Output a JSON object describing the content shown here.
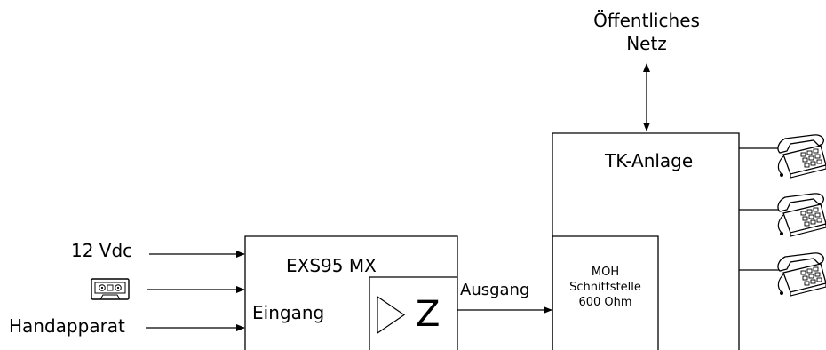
{
  "network": {
    "line1": "Öffentliches",
    "line2": "Netz"
  },
  "tk": {
    "title": "TK-Anlage"
  },
  "moh": {
    "line1": "MOH",
    "line2": "Schnittstelle",
    "line3": "600 Ohm"
  },
  "exs": {
    "title": "EXS95 MX",
    "input_label": "Eingang",
    "output_label": "Ausgang",
    "z_symbol": "Z"
  },
  "inputs": {
    "power": "12 Vdc",
    "handset": "Handapparat",
    "cassette_icon": "cassette-icon"
  },
  "phones": [
    "telephone-icon",
    "telephone-icon",
    "telephone-icon"
  ],
  "colors": {
    "line": "#000000",
    "background": "#ffffff"
  }
}
